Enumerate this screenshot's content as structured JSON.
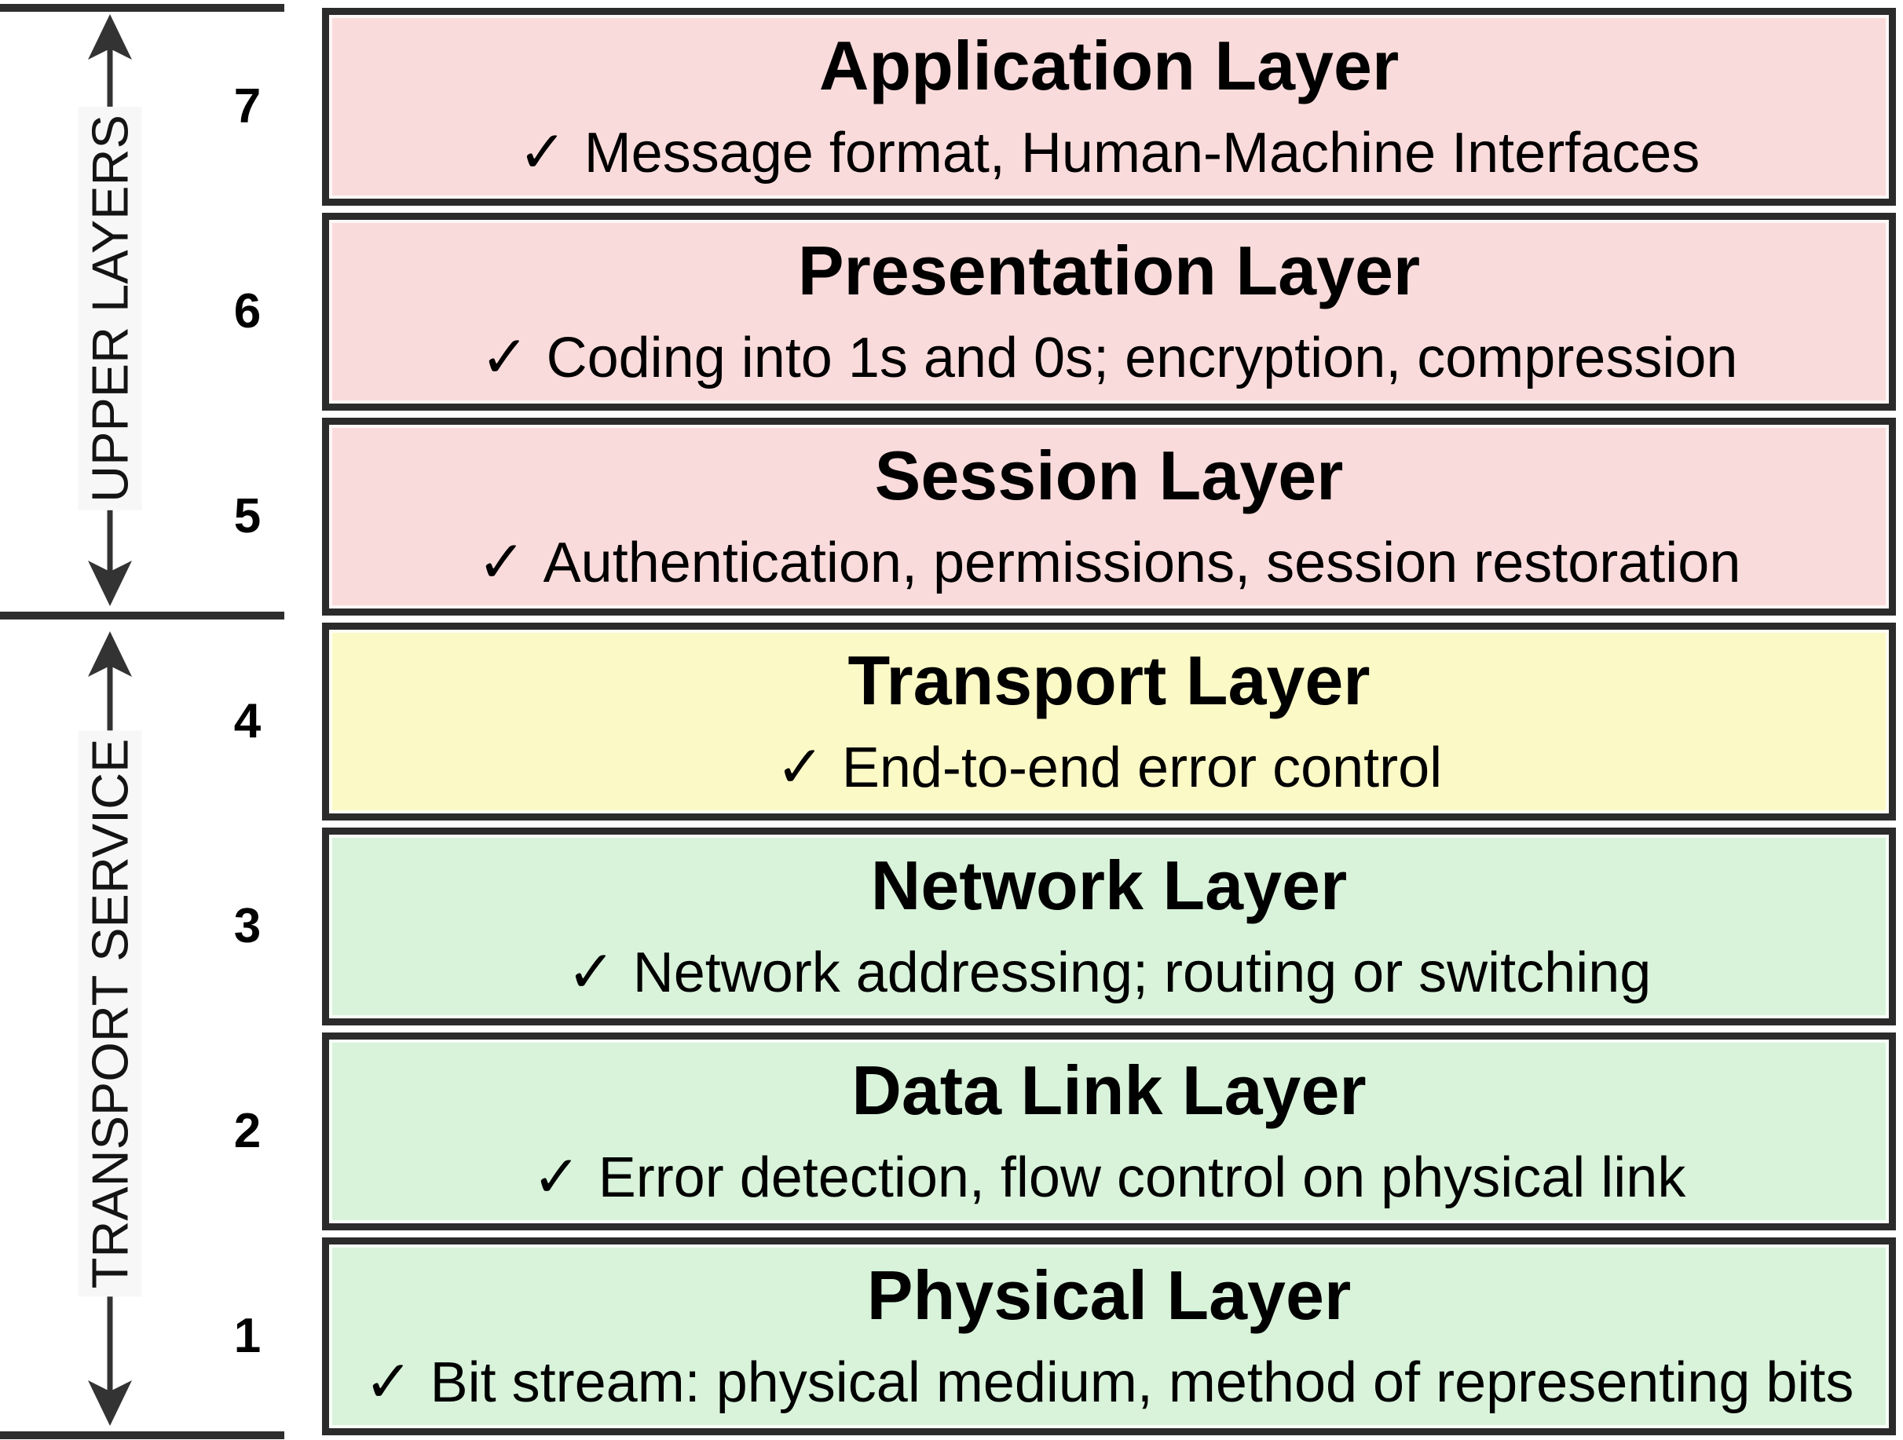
{
  "groups": {
    "upper": {
      "label": "UPPER LAYERS"
    },
    "lower": {
      "label": "TRANSPORT SERVICE"
    }
  },
  "icons": {
    "check": "✓"
  },
  "palette": {
    "pink": "#fadbdb",
    "yellow": "#fbf9c6",
    "green": "#d8f3da",
    "box_border": "#2b2b2b",
    "rail_line": "#2e2e2e",
    "label_bg": "#f7f7f7"
  },
  "layers": [
    {
      "number": "7",
      "group": "upper",
      "title": "Application Layer",
      "description": "Message format, Human-Machine Interfaces",
      "bg": "#fadbdb"
    },
    {
      "number": "6",
      "group": "upper",
      "title": "Presentation Layer",
      "description": "Coding into 1s and 0s; encryption, compression",
      "bg": "#fadbdb"
    },
    {
      "number": "5",
      "group": "upper",
      "title": "Session Layer",
      "description": "Authentication, permissions, session restoration",
      "bg": "#fadbdb"
    },
    {
      "number": "4",
      "group": "lower",
      "title": "Transport Layer",
      "description": "End-to-end error control",
      "bg": "#fbf9c6"
    },
    {
      "number": "3",
      "group": "lower",
      "title": "Network Layer",
      "description": "Network addressing; routing or switching",
      "bg": "#d8f3da"
    },
    {
      "number": "2",
      "group": "lower",
      "title": "Data Link Layer",
      "description": "Error detection, flow control on physical link",
      "bg": "#d8f3da"
    },
    {
      "number": "1",
      "group": "lower",
      "title": "Physical Layer",
      "description": "Bit stream: physical medium, method of representing bits",
      "bg": "#d8f3da"
    }
  ]
}
